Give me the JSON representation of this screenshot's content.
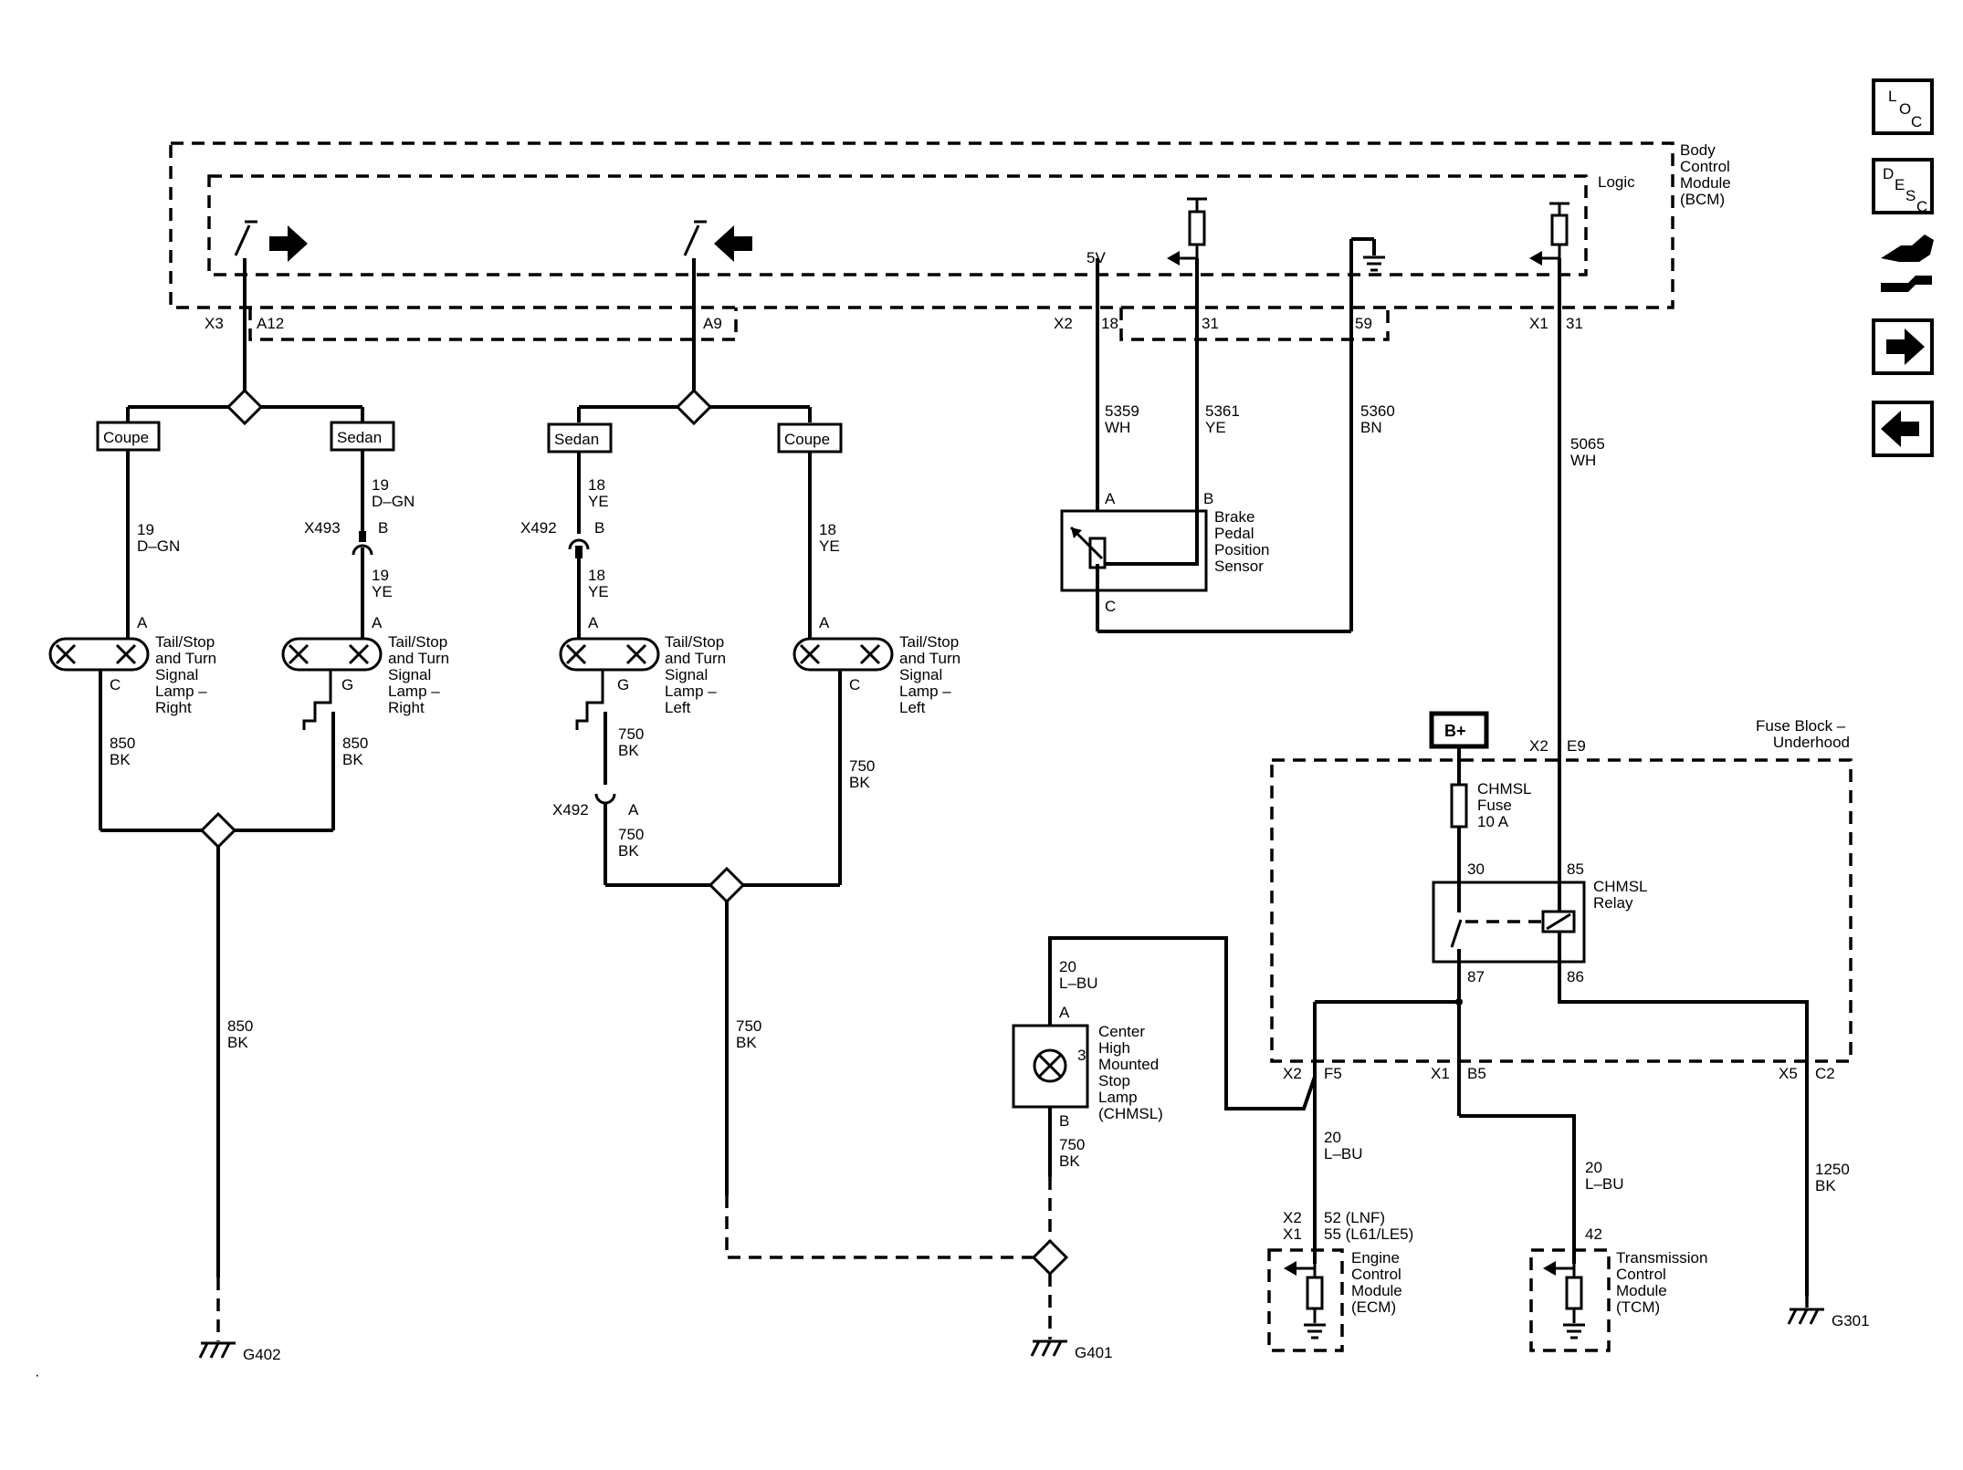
{
  "bcm": {
    "title_lines": [
      "Body",
      "Control",
      "Module",
      "(BCM)"
    ],
    "logic_label": "Logic",
    "five_v_label": "5V",
    "connectors": {
      "x3": "X3",
      "a12": "A12",
      "a9": "A9",
      "x2": "X2",
      "p18": "18",
      "p31": "31",
      "p59": "59",
      "x1": "X1",
      "p31b": "31"
    }
  },
  "nav": {
    "loc": [
      "L",
      "O",
      "C"
    ],
    "desc": [
      "D",
      "E",
      "S",
      "C"
    ],
    "icons": [
      "loc-icon",
      "desc-icon",
      "connector-tool-icon",
      "arrow-right-icon",
      "arrow-left-icon"
    ]
  },
  "left_right_lamps": {
    "coupe_label": "Coupe",
    "sedan_label": "Sedan",
    "coupe_wire": [
      "19",
      "D–GN"
    ],
    "sedan_wire_top": [
      "19",
      "D–GN"
    ],
    "sedan_wire_bottom": [
      "19",
      "YE"
    ],
    "conn_x493": "X493",
    "pin_b": "B",
    "pin_a1": "A",
    "pin_a2": "A",
    "pin_c": "C",
    "pin_g": "G",
    "lamp_lines": [
      "Tail/Stop",
      "and Turn",
      "Signal",
      "Lamp –",
      "Right"
    ],
    "ground_wire_l": [
      "850",
      "BK"
    ],
    "ground_wire_r": [
      "850",
      "BK"
    ],
    "ground_main": [
      "850",
      "BK"
    ],
    "ground": "G402"
  },
  "left_lamps": {
    "sedan_label": "Sedan",
    "coupe_label": "Coupe",
    "sedan_wire_top": [
      "18",
      "YE"
    ],
    "sedan_wire_bottom": [
      "18",
      "YE"
    ],
    "coupe_wire": [
      "18",
      "YE"
    ],
    "conn_x492": "X492",
    "conn_x492b": "X492",
    "pin_b": "B",
    "pin_a1": "A",
    "pin_a2": "A",
    "pin_a3": "A",
    "pin_g": "G",
    "pin_c": "C",
    "lamp_lines": [
      "Tail/Stop",
      "and Turn",
      "Signal",
      "Lamp –",
      "Left"
    ],
    "wire_750_a": [
      "750",
      "BK"
    ],
    "wire_750_b": [
      "750",
      "BK"
    ],
    "wire_750_c": [
      "750",
      "BK"
    ],
    "wire_750_d": [
      "750",
      "BK"
    ]
  },
  "brake_sensor": {
    "wire_5359": [
      "5359",
      "WH"
    ],
    "wire_5361": [
      "5361",
      "YE"
    ],
    "wire_5360": [
      "5360",
      "BN"
    ],
    "pin_a": "A",
    "pin_b": "B",
    "pin_c": "C",
    "name_lines": [
      "Brake",
      "Pedal",
      "Position",
      "Sensor"
    ]
  },
  "relay_circuit": {
    "wire_5065": [
      "5065",
      "WH"
    ],
    "bplus": "B+",
    "fuse_block_lines": [
      "Fuse Block –",
      "Underhood"
    ],
    "x2": "X2",
    "e9": "E9",
    "fuse_lines": [
      "CHMSL",
      "Fuse",
      "10 A"
    ],
    "relay_lines": [
      "CHMSL",
      "Relay"
    ],
    "p30": "30",
    "p85": "85",
    "p87": "87",
    "p86": "86",
    "x2b": "X2",
    "f5": "F5",
    "x1": "X1",
    "b5": "B5",
    "x5": "X5",
    "c2": "C2"
  },
  "chmsl": {
    "wire_top": [
      "20",
      "L–BU"
    ],
    "pin_a": "A",
    "pin_b": "B",
    "pin_3": "3",
    "name_lines": [
      "Center",
      "High",
      "Mounted",
      "Stop",
      "Lamp",
      "(CHMSL)"
    ],
    "wire_bottom": [
      "750",
      "BK"
    ],
    "ground": "G401"
  },
  "ecm": {
    "wire": [
      "20",
      "L–BU"
    ],
    "conn_lines": [
      "X2",
      "X1"
    ],
    "pin_lines": [
      "52 (LNF)",
      "55 (L61/LE5)"
    ],
    "name_lines": [
      "Engine",
      "Control",
      "Module",
      "(ECM)"
    ]
  },
  "tcm": {
    "wire": [
      "20",
      "L–BU"
    ],
    "pin": "42",
    "name_lines": [
      "Transmission",
      "Control",
      "Module",
      "(TCM)"
    ]
  },
  "g301": {
    "wire": [
      "1250",
      "BK"
    ],
    "ground": "G301"
  },
  "corner_mark": "·"
}
